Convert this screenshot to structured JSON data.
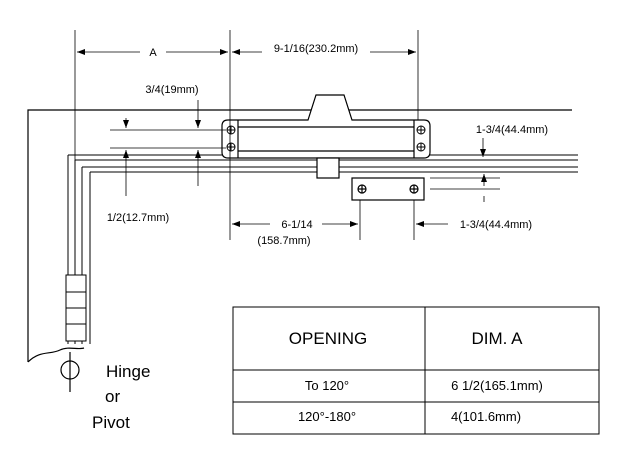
{
  "dimensions": {
    "a": "A",
    "length": "9-1/16(230.2mm)",
    "offset_top": "3/4(19mm)",
    "right_top": "1-3/4(44.4mm)",
    "left_bottom": "1/2(12.7mm)",
    "center_line1": "6-1/14",
    "center_line2": "(158.7mm)",
    "right_bottom": "1-3/4(44.4mm)"
  },
  "hinge_label": [
    "Hinge",
    "or",
    "Pivot"
  ],
  "table": {
    "headers": [
      "OPENING",
      "DIM. A"
    ],
    "rows": [
      [
        "To 120°",
        "6 1/2(165.1mm)"
      ],
      [
        "120°-180°",
        "4(101.6mm)"
      ]
    ]
  }
}
